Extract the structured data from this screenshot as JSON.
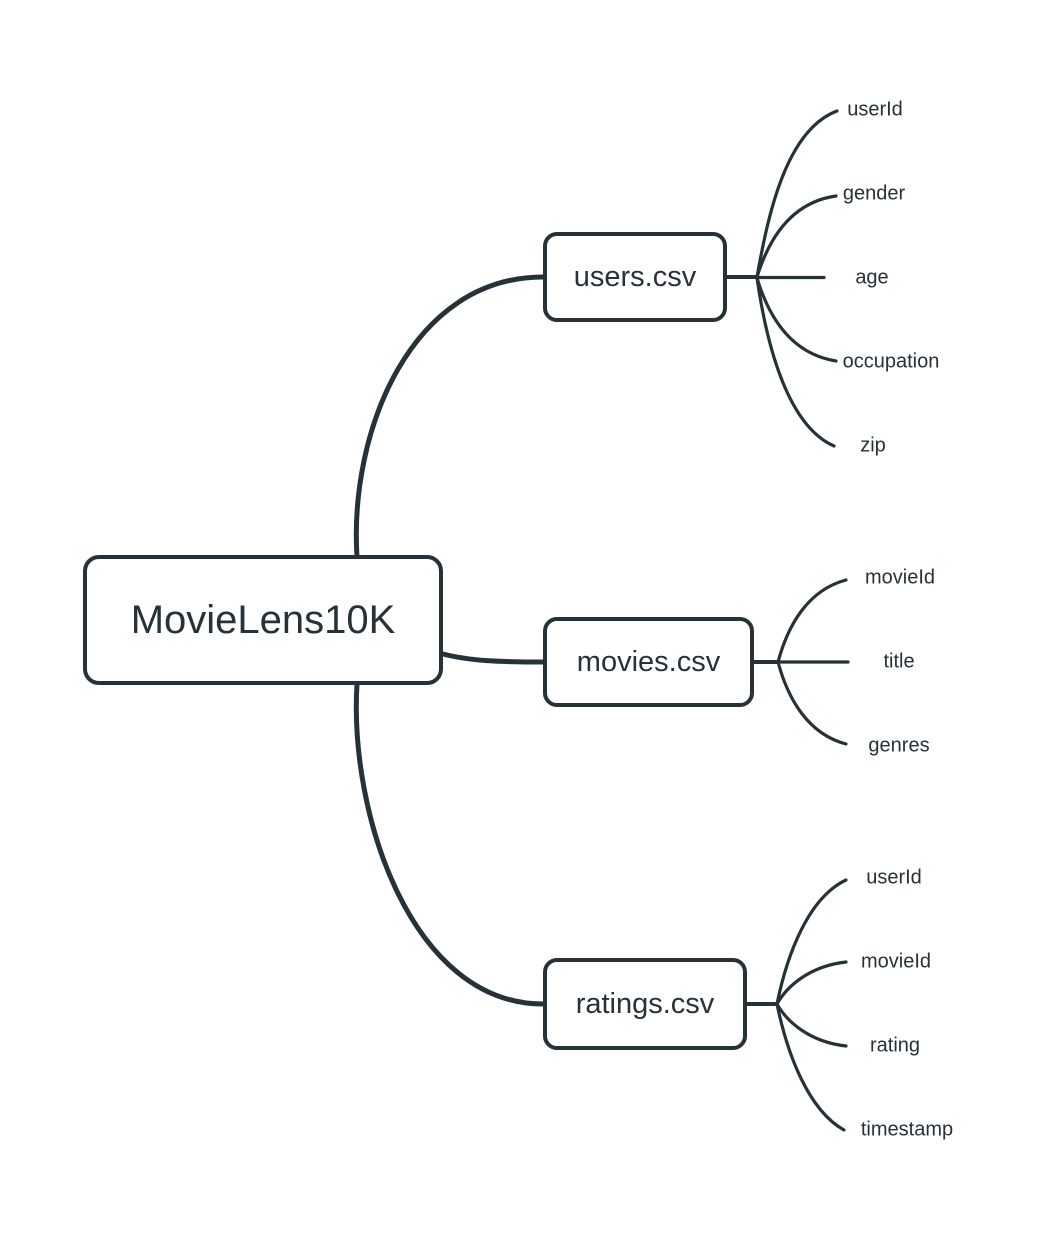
{
  "diagram": {
    "type": "mindmap",
    "root": {
      "label": "MovieLens10K"
    },
    "files": [
      {
        "label": "users.csv",
        "fields": [
          "userId",
          "gender",
          "age",
          "occupation",
          "zip"
        ]
      },
      {
        "label": "movies.csv",
        "fields": [
          "movieId",
          "title",
          "genres"
        ]
      },
      {
        "label": "ratings.csv",
        "fields": [
          "userId",
          "movieId",
          "rating",
          "timestamp"
        ]
      }
    ],
    "colors": {
      "stroke": "#263238",
      "text": "#263238",
      "node_fill": "#ffffff",
      "background": "#ffffff"
    }
  }
}
